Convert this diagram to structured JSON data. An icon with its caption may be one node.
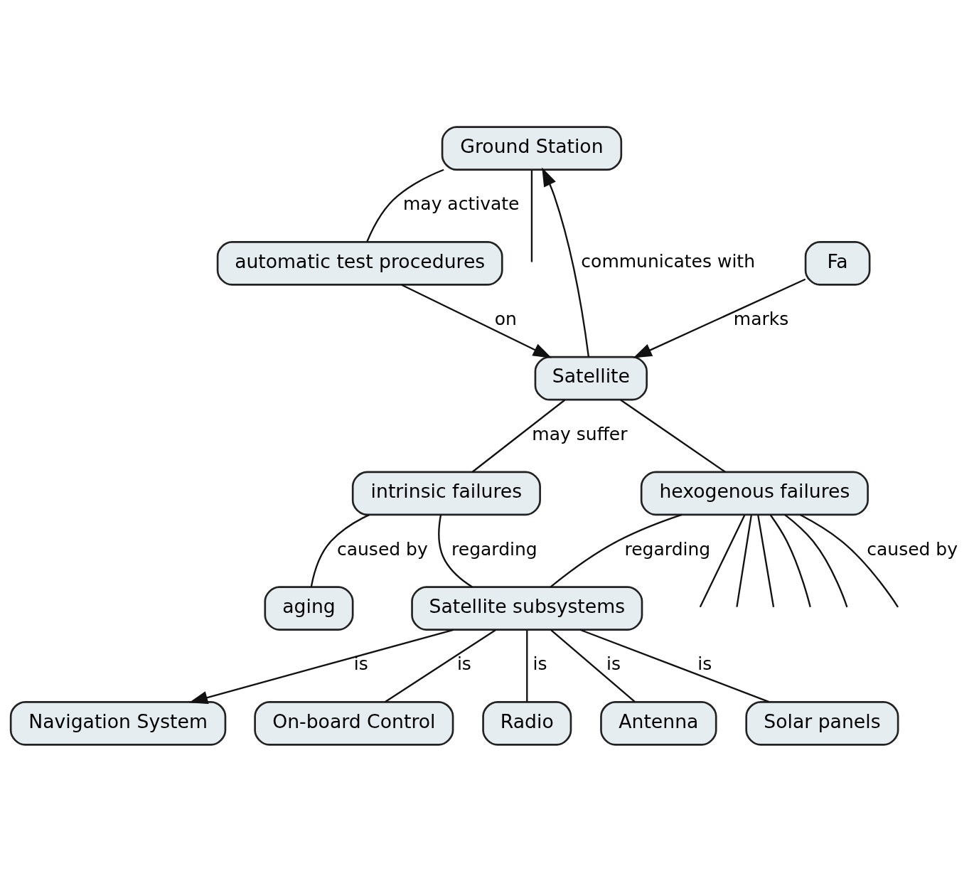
{
  "diagram": {
    "nodes": [
      {
        "text": [
          "Ground Station"
        ]
      },
      {
        "text": [
          "Satellite"
        ]
      },
      {
        "text": [
          "automatic test procedures"
        ]
      },
      {
        "text": [
          "Fa"
        ]
      },
      {
        "text": [
          "intrinsic failures"
        ]
      },
      {
        "text": [
          "hexogenous failures"
        ]
      },
      {
        "text": [
          "aging"
        ]
      },
      {
        "text": [
          "Satellite subsystems"
        ]
      },
      {
        "text": [
          "Navigation System"
        ]
      },
      {
        "text": [
          "On-board Control"
        ]
      },
      {
        "text": [
          "Radio"
        ]
      },
      {
        "text": [
          "Antenna"
        ]
      },
      {
        "text": [
          "Solar panels"
        ]
      }
    ],
    "edges": [
      {
        "from": 1,
        "to": 0,
        "arrow": "to",
        "label": "communicates with"
      },
      {
        "from": 0,
        "to": 2,
        "arrow": "none",
        "label": "may activate"
      },
      {
        "from": 0,
        "to": null,
        "arrow": "none"
      },
      {
        "from": 2,
        "to": 1,
        "arrow": "to",
        "label": "on"
      },
      {
        "from": 3,
        "to": 1,
        "arrow": "to",
        "label": "marks"
      },
      {
        "from": 1,
        "to": 4,
        "arrow": "none",
        "label": "may suffer"
      },
      {
        "from": 1,
        "to": 5,
        "arrow": "none"
      },
      {
        "from": 4,
        "to": 6,
        "arrow": "none",
        "label": "caused by"
      },
      {
        "from": 4,
        "to": 7,
        "arrow": "none",
        "label": "regarding"
      },
      {
        "from": 5,
        "to": 7,
        "arrow": "none",
        "label": "regarding"
      },
      {
        "from": 5,
        "to": null,
        "arrow": "none",
        "label": "caused by"
      },
      {
        "from": 5,
        "to": null,
        "arrow": "none"
      },
      {
        "from": 5,
        "to": null,
        "arrow": "none"
      },
      {
        "from": 5,
        "to": null,
        "arrow": "none"
      },
      {
        "from": 5,
        "to": null,
        "arrow": "none"
      },
      {
        "from": 5,
        "to": null,
        "arrow": "none"
      },
      {
        "from": 7,
        "to": 8,
        "arrow": "to",
        "label": "is"
      },
      {
        "from": 7,
        "to": 10,
        "arrow": "none",
        "label": "is"
      },
      {
        "from": 7,
        "to": 12,
        "arrow": "none",
        "label": "is"
      },
      {
        "from": 7,
        "to": 11,
        "arrow": "none",
        "label": "is"
      },
      {
        "from": 7,
        "to": 9,
        "arrow": "none",
        "label": "is"
      }
    ]
  }
}
